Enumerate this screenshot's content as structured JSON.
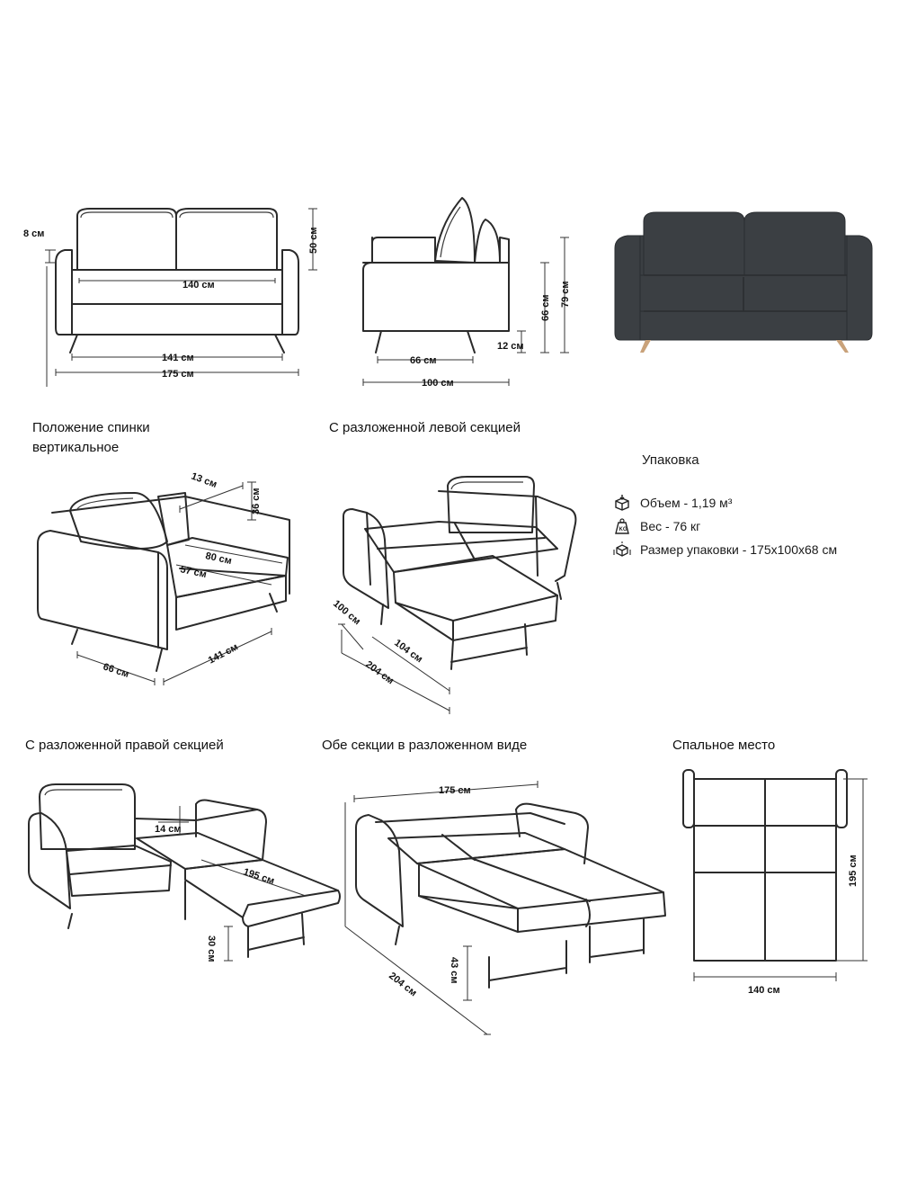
{
  "front_view": {
    "d_arm": "8 см",
    "d_back": "50 см",
    "d_seat": "140 см",
    "d_inner": "141 см",
    "d_width": "175 см"
  },
  "side_view": {
    "d_seat_depth": "66 см",
    "d_legs": "12 см",
    "d_depth": "100 см",
    "d_seat_h": "66 см",
    "d_height": "79 см"
  },
  "photo": {
    "upholstery_color": "#3b3f43",
    "leg_color": "#c9a27a"
  },
  "back_upright": {
    "title_line1": "Положение спинки",
    "title_line2": "вертикальное",
    "d_back_thick": "13 см",
    "d_back_h": "36 см",
    "d_seat_len": "80 см",
    "d_seat_depth": "57 см",
    "d_width": "141 см",
    "d_depth": "66 см"
  },
  "left_unfolded": {
    "title": "С разложенной левой секцией",
    "d_depth": "100 см",
    "d_section": "104 см",
    "d_total": "204 см"
  },
  "packaging": {
    "title": "Упаковка",
    "items": [
      {
        "icon": "box-volume-icon",
        "label": "Объем - 1,19 м³"
      },
      {
        "icon": "weight-kg-icon",
        "label": "Вес - 76 кг"
      },
      {
        "icon": "package-dimensions-icon",
        "label": "Размер упаковки - 175x100x68 см"
      }
    ]
  },
  "right_unfolded": {
    "title": "С разложенной правой секцией",
    "d_gap": "14 см",
    "d_length": "195 см",
    "d_height": "30 см"
  },
  "both_unfolded": {
    "title": "Обе секции в разложенном виде",
    "d_width": "175 см",
    "d_total": "204 см",
    "d_height": "43 см"
  },
  "sleeping_place": {
    "title": "Спальное место",
    "d_length": "195 см",
    "d_width": "140 см"
  }
}
